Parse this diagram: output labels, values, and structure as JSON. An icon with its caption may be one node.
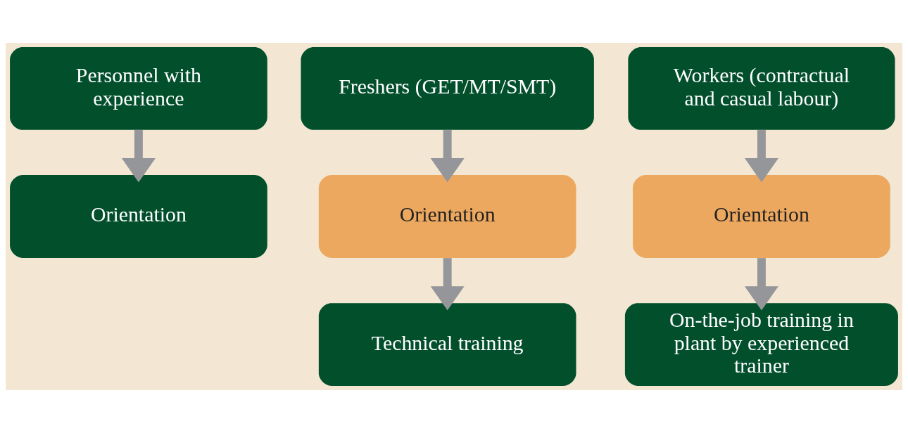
{
  "diagram": {
    "nodes": [
      {
        "text": [
          "Personnel with experience"
        ]
      },
      {
        "text": [
          "Freshers (GET/MT/SMT)"
        ]
      },
      {
        "text": [
          "Workers (contractual and casual labour)"
        ]
      },
      {
        "text": [
          "Orientation"
        ]
      },
      {
        "text": [
          "Orientation"
        ]
      },
      {
        "text": [
          "Orientation"
        ]
      },
      {
        "text": [
          "Technical training"
        ]
      },
      {
        "text": [
          "On-the-job training in plant by experienced trainer"
        ]
      }
    ],
    "edges": [
      {
        "from": 0,
        "to": 3,
        "arrow": "to"
      },
      {
        "from": 1,
        "to": 4,
        "arrow": "to"
      },
      {
        "from": 2,
        "to": 5,
        "arrow": "to"
      },
      {
        "from": 4,
        "to": 6,
        "arrow": "to"
      },
      {
        "from": 5,
        "to": 7,
        "arrow": "to"
      }
    ]
  }
}
